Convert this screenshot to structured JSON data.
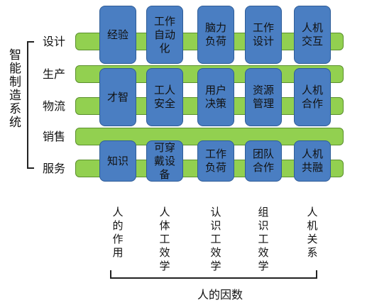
{
  "system_label": "智能制造系统",
  "processes": [
    "设计",
    "生产",
    "物流",
    "销售",
    "服务"
  ],
  "columns": [
    {
      "cells": [
        "经验",
        "才智",
        "知识"
      ],
      "factor": "人的作用"
    },
    {
      "cells": [
        "工作自动化",
        "工人安全",
        "可穿戴设备"
      ],
      "factor": "人体工效学"
    },
    {
      "cells": [
        "脑力负荷",
        "用户决策",
        "工作负荷"
      ],
      "factor": "认识工效学"
    },
    {
      "cells": [
        "工作设计",
        "资源管理",
        "团队合作"
      ],
      "factor": "组识工效学"
    },
    {
      "cells": [
        "人机交互",
        "人机合作",
        "人机共融"
      ],
      "factor": "人机关系"
    }
  ],
  "human_factors_label": "人的因数",
  "colors": {
    "bar": "#92d050",
    "column": "#4a7ec2"
  }
}
